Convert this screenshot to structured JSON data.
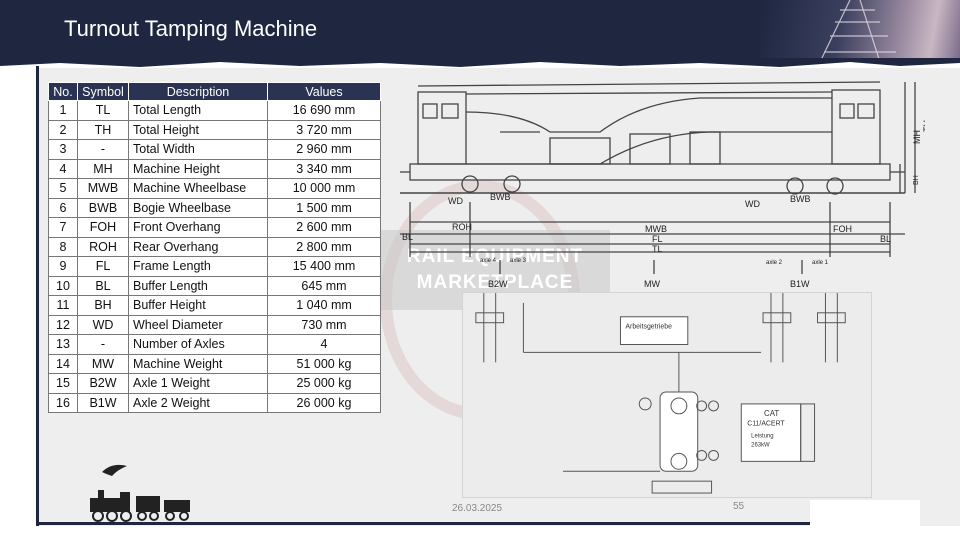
{
  "slide": {
    "title": "Turnout Tamping Machine",
    "date": "26.03.2025",
    "page_number": "55"
  },
  "table": {
    "headers": [
      "No.",
      "Symbol",
      "Description",
      "Values"
    ],
    "rows": [
      {
        "no": "1",
        "symbol": "TL",
        "description": "Total Length",
        "value": "16 690 mm"
      },
      {
        "no": "2",
        "symbol": "TH",
        "description": "Total Height",
        "value": "3 720  mm"
      },
      {
        "no": "3",
        "symbol": "-",
        "description": "Total Width",
        "value": "2 960  mm"
      },
      {
        "no": "4",
        "symbol": "MH",
        "description": "Machine Height",
        "value": "3 340  mm"
      },
      {
        "no": "5",
        "symbol": "MWB",
        "description": "Machine Wheelbase",
        "value": "10 000  mm"
      },
      {
        "no": "6",
        "symbol": "BWB",
        "description": "Bogie Wheelbase",
        "value": "1 500 mm"
      },
      {
        "no": "7",
        "symbol": "FOH",
        "description": "Front Overhang",
        "value": "2 600  mm"
      },
      {
        "no": "8",
        "symbol": "ROH",
        "description": "Rear Overhang",
        "value": "2 800  mm"
      },
      {
        "no": "9",
        "symbol": "FL",
        "description": "Frame Length",
        "value": "15 400  mm"
      },
      {
        "no": "10",
        "symbol": "BL",
        "description": "Buffer Length",
        "value": "645  mm"
      },
      {
        "no": "11",
        "symbol": "BH",
        "description": "Buffer Height",
        "value": "1 040  mm"
      },
      {
        "no": "12",
        "symbol": "WD",
        "description": "Wheel Diameter",
        "value": "730  mm"
      },
      {
        "no": "13",
        "symbol": "-",
        "description": "Number of Axles",
        "value": "4"
      },
      {
        "no": "14",
        "symbol": "MW",
        "description": "Machine Weight",
        "value": "51  000  kg"
      },
      {
        "no": "15",
        "symbol": "B2W",
        "description": "Axle 1 Weight",
        "value": "25  000  kg"
      },
      {
        "no": "16",
        "symbol": "B1W",
        "description": "Axle 2 Weight",
        "value": "26  000  kg"
      }
    ]
  },
  "drawing": {
    "labels": {
      "wd_left": "WD",
      "bwb_left": "BWB",
      "wd_right": "WD",
      "bwb_right": "BWB",
      "roh": "ROH",
      "mwb": "MWB",
      "foh": "FOH",
      "fl": "FL",
      "tl": "TL",
      "bl_left": "BL",
      "bl_right": "BL",
      "mh": "MH",
      "th": "TH",
      "bh": "BH",
      "b2w": "B2W",
      "mw": "MW",
      "b1w": "B1W",
      "axle4": "axle 4",
      "axle3": "axle 3",
      "axle2": "axle 2",
      "axle1": "axle 1"
    }
  },
  "watermark": {
    "line1": "RAIL EQUIPMENT",
    "line2": "MARKETPLACE"
  },
  "schematic": {
    "engine_name": "CAT",
    "engine_model": "C11/ACERT",
    "engine_power": "Leistung",
    "engine_kw": "263kW",
    "note": "Arbeitsgetriebe"
  }
}
